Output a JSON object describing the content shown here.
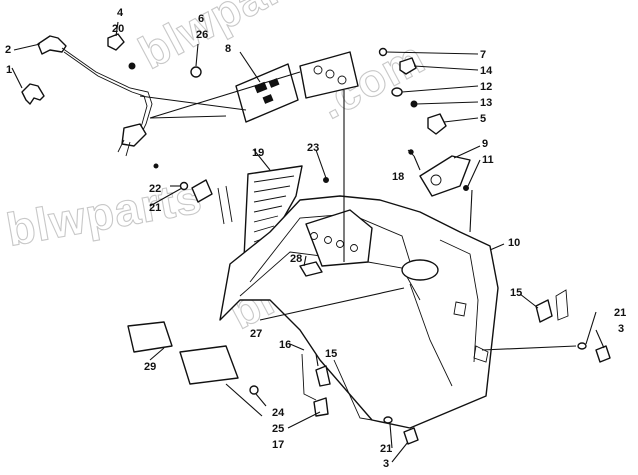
{
  "watermark": {
    "text_main": "blwparts",
    "text_tail": ".com"
  },
  "callouts": [
    {
      "id": "c1",
      "text": "1"
    },
    {
      "id": "c2",
      "text": "2"
    },
    {
      "id": "c4",
      "text": "4"
    },
    {
      "id": "c20",
      "text": "20"
    },
    {
      "id": "c6",
      "text": "6"
    },
    {
      "id": "c26",
      "text": "26"
    },
    {
      "id": "c8",
      "text": "8"
    },
    {
      "id": "c7",
      "text": "7"
    },
    {
      "id": "c14",
      "text": "14"
    },
    {
      "id": "c12",
      "text": "12"
    },
    {
      "id": "c13",
      "text": "13"
    },
    {
      "id": "c5",
      "text": "5"
    },
    {
      "id": "c9",
      "text": "9"
    },
    {
      "id": "c11",
      "text": "11"
    },
    {
      "id": "c18",
      "text": "18"
    },
    {
      "id": "c19",
      "text": "19"
    },
    {
      "id": "c23",
      "text": "23"
    },
    {
      "id": "c22",
      "text": "22"
    },
    {
      "id": "c21a",
      "text": "21"
    },
    {
      "id": "c10",
      "text": "10"
    },
    {
      "id": "c28",
      "text": "28"
    },
    {
      "id": "c15a",
      "text": "15"
    },
    {
      "id": "c21b",
      "text": "21"
    },
    {
      "id": "c3a",
      "text": "3"
    },
    {
      "id": "c27",
      "text": "27"
    },
    {
      "id": "c16",
      "text": "16"
    },
    {
      "id": "c15b",
      "text": "15"
    },
    {
      "id": "c29",
      "text": "29"
    },
    {
      "id": "c24",
      "text": "24"
    },
    {
      "id": "c25",
      "text": "25"
    },
    {
      "id": "c17",
      "text": "17"
    },
    {
      "id": "c21c",
      "text": "21"
    },
    {
      "id": "c3b",
      "text": "3"
    }
  ]
}
